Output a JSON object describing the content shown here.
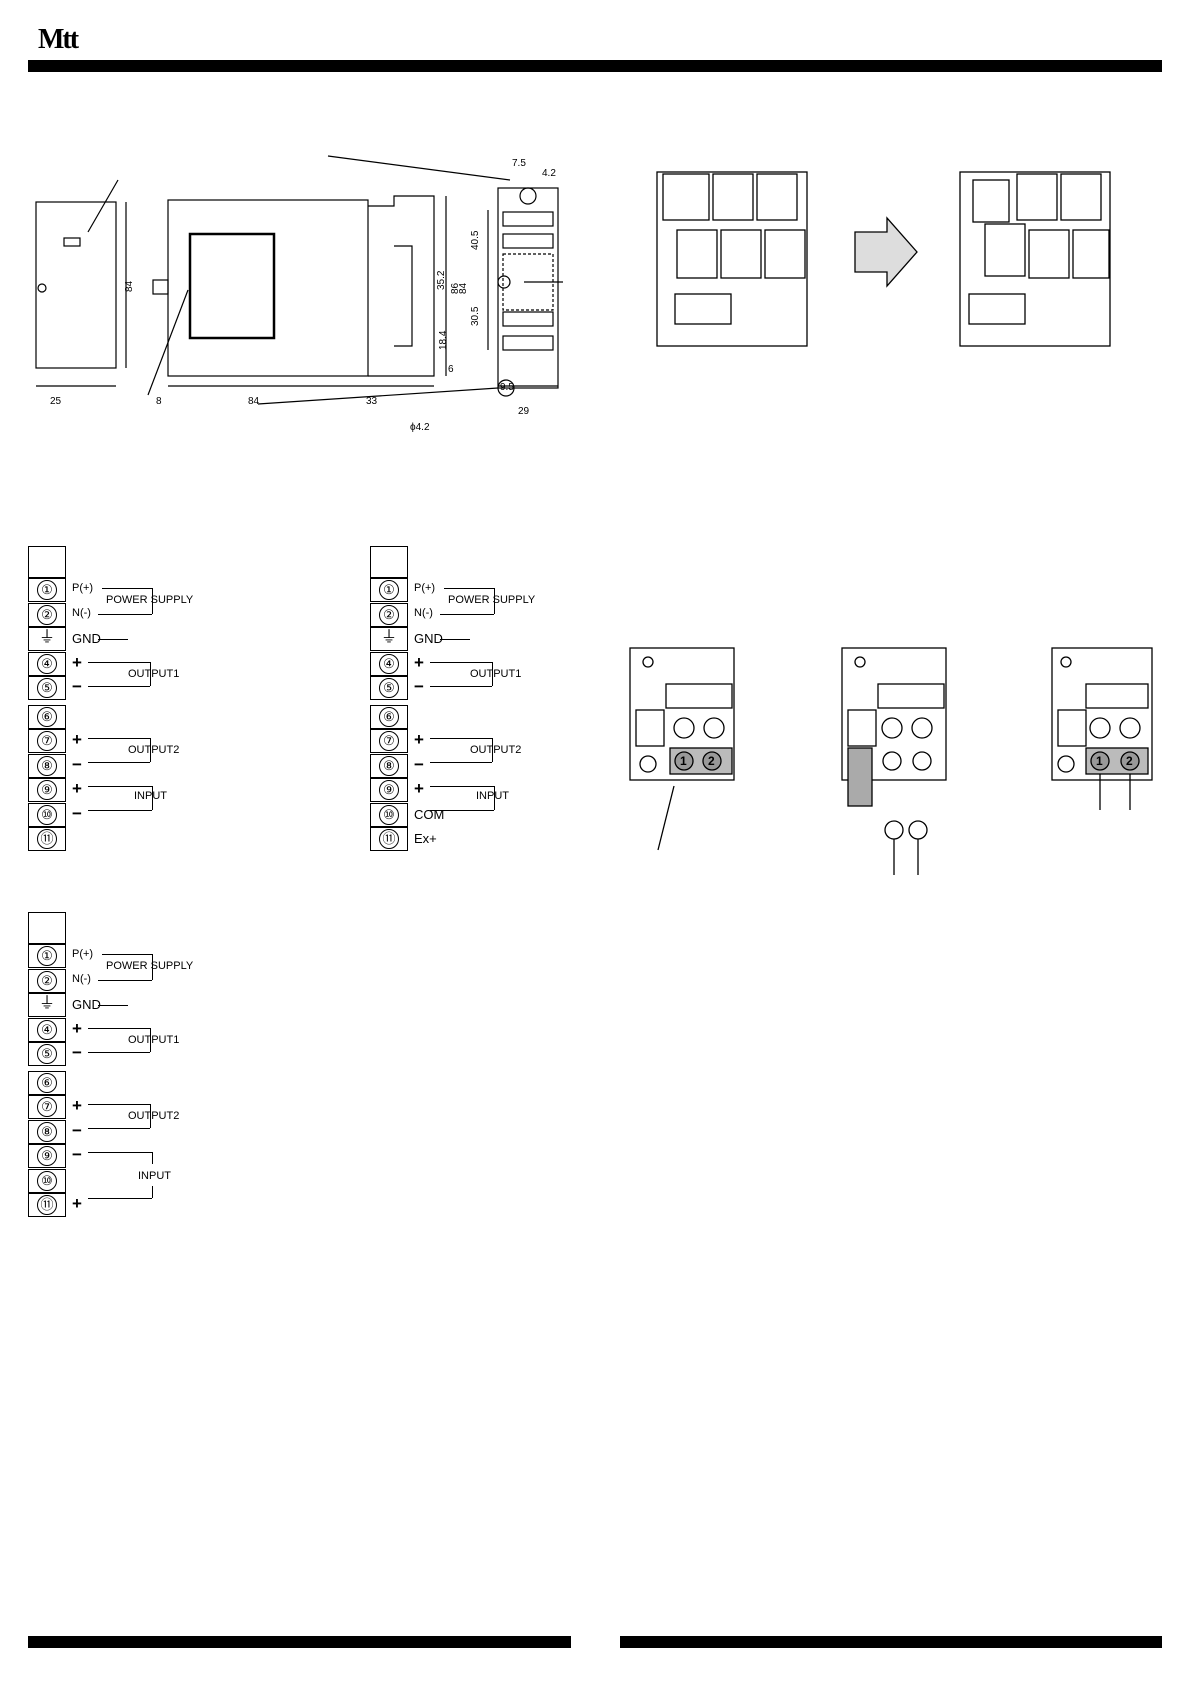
{
  "header": {
    "logo": "Mtt"
  },
  "dimensions": {
    "labels": [
      "7.5",
      "4.2",
      "40.5",
      "35.2",
      "30.5",
      "18.4",
      "6",
      "84",
      "86",
      "84",
      "25",
      "8",
      "84",
      "33",
      "9.5",
      "29",
      "ϕ4.2"
    ]
  },
  "wiring_a": {
    "rows": [
      {
        "num": "①",
        "left": "P(+)",
        "right": ""
      },
      {
        "num": "②",
        "left": "N(-)",
        "right": ""
      },
      {
        "num": "⏚",
        "left": "GND",
        "right": ""
      },
      {
        "num": "④",
        "left": "+",
        "right": ""
      },
      {
        "num": "⑤",
        "left": "−",
        "right": ""
      },
      {
        "num": "⑥",
        "left": "",
        "right": ""
      },
      {
        "num": "⑦",
        "left": "+",
        "right": ""
      },
      {
        "num": "⑧",
        "left": "−",
        "right": ""
      },
      {
        "num": "⑨",
        "left": "+",
        "right": ""
      },
      {
        "num": "⑩",
        "left": "−",
        "right": ""
      },
      {
        "num": "⑪",
        "left": "",
        "right": ""
      }
    ],
    "labels": {
      "power": "POWER SUPPLY",
      "out1": "OUTPUT1",
      "out2": "OUTPUT2",
      "input": "INPUT"
    }
  },
  "wiring_b": {
    "rows": [
      {
        "num": "①",
        "left": "P(+)"
      },
      {
        "num": "②",
        "left": "N(-)"
      },
      {
        "num": "⏚",
        "left": "GND"
      },
      {
        "num": "④",
        "left": "+"
      },
      {
        "num": "⑤",
        "left": "−"
      },
      {
        "num": "⑥",
        "left": ""
      },
      {
        "num": "⑦",
        "left": "+"
      },
      {
        "num": "⑧",
        "left": "−"
      },
      {
        "num": "⑨",
        "left": "+"
      },
      {
        "num": "⑩",
        "left": "COM"
      },
      {
        "num": "⑪",
        "left": "Ex+"
      }
    ],
    "labels": {
      "power": "POWER SUPPLY",
      "out1": "OUTPUT1",
      "out2": "OUTPUT2",
      "input": "INPUT"
    }
  },
  "wiring_c": {
    "rows": [
      {
        "num": "①",
        "left": "P(+)"
      },
      {
        "num": "②",
        "left": "N(-)"
      },
      {
        "num": "⏚",
        "left": "GND"
      },
      {
        "num": "④",
        "left": "+"
      },
      {
        "num": "⑤",
        "left": "−"
      },
      {
        "num": "⑥",
        "left": ""
      },
      {
        "num": "⑦",
        "left": "+"
      },
      {
        "num": "⑧",
        "left": "−"
      },
      {
        "num": "⑨",
        "left": "−"
      },
      {
        "num": "⑩",
        "left": ""
      },
      {
        "num": "⑪",
        "left": "+"
      }
    ],
    "labels": {
      "power": "POWER SUPPLY",
      "out1": "OUTPUT1",
      "out2": "OUTPUT2",
      "input": "INPUT"
    }
  },
  "terminal_photos": {
    "num1": "1",
    "num2": "2"
  }
}
